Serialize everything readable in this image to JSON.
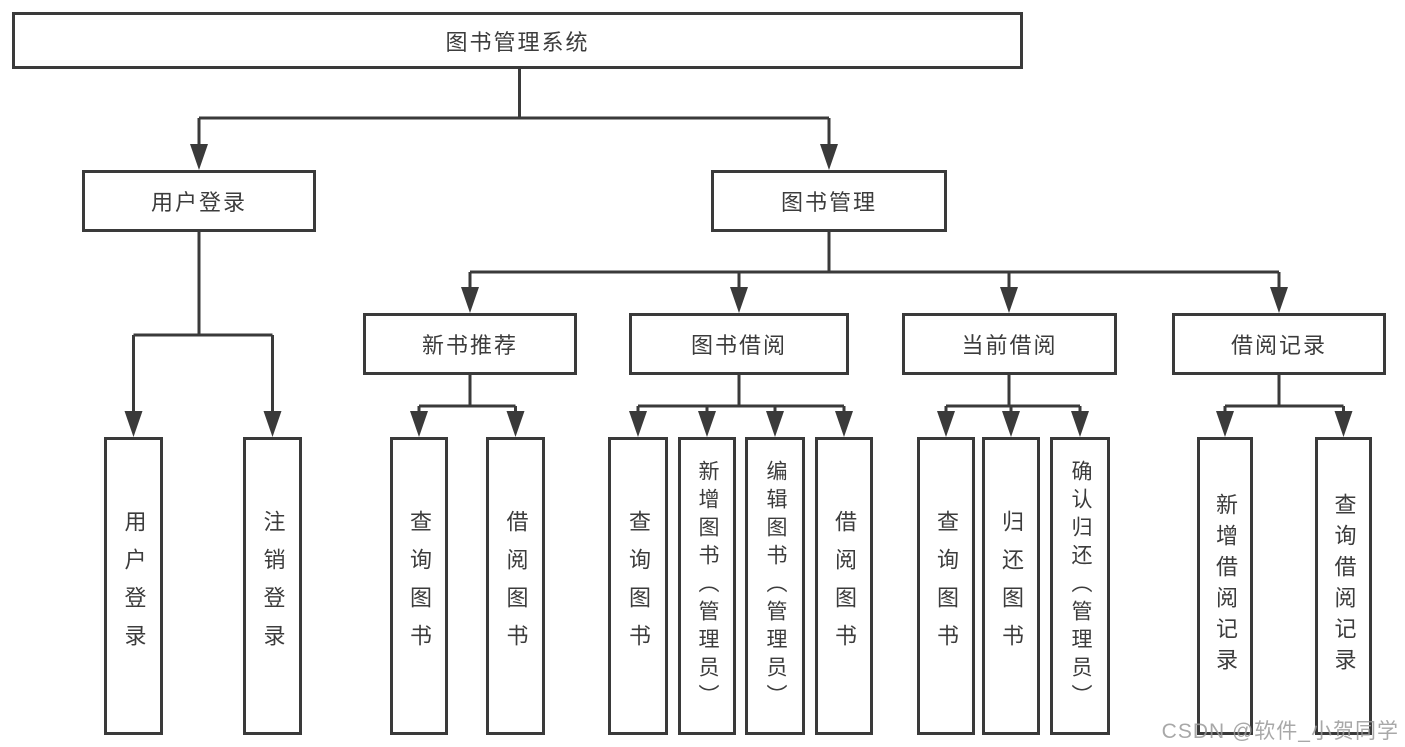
{
  "tree": {
    "root": {
      "label": "图书管理系统",
      "children": [
        {
          "label": "用户登录",
          "children": [
            {
              "label": "用户登录"
            },
            {
              "label": "注销登录"
            }
          ]
        },
        {
          "label": "图书管理",
          "children": [
            {
              "label": "新书推荐",
              "children": [
                {
                  "label": "查询图书"
                },
                {
                  "label": "借阅图书"
                }
              ]
            },
            {
              "label": "图书借阅",
              "children": [
                {
                  "label": "查询图书"
                },
                {
                  "label": "新增图书（管理员）"
                },
                {
                  "label": "编辑图书（管理员）"
                },
                {
                  "label": "借阅图书"
                }
              ]
            },
            {
              "label": "当前借阅",
              "children": [
                {
                  "label": "查询图书"
                },
                {
                  "label": "归还图书"
                },
                {
                  "label": "确认归还（管理员）"
                }
              ]
            },
            {
              "label": "借阅记录",
              "children": [
                {
                  "label": "新增借阅记录"
                },
                {
                  "label": "查询借阅记录"
                }
              ]
            }
          ]
        }
      ]
    }
  },
  "watermark": {
    "text": "CSDN @软件_小贺同学"
  },
  "colors": {
    "line": "#3a3a3a",
    "text": "#3c3c3c",
    "background": "#ffffff",
    "watermark": "#9a9a9a"
  }
}
